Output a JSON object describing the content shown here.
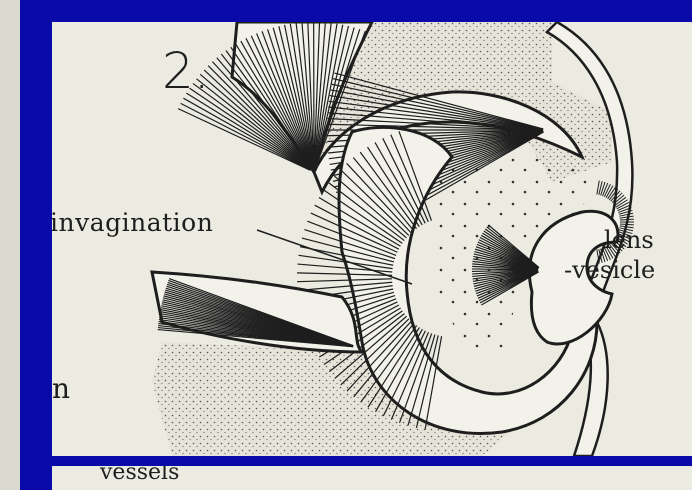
{
  "figure_number": "2.",
  "labels": {
    "invagination": "invagination",
    "lens": "lens",
    "vesicle": "-vesicle",
    "cropped_left": "n",
    "cropped_bottom": "vessels"
  },
  "colors": {
    "frame": "#0a0aa8",
    "paper": "#ecebe2",
    "ink": "#1e1e1e",
    "stipple_region": "#d8d5cb"
  }
}
